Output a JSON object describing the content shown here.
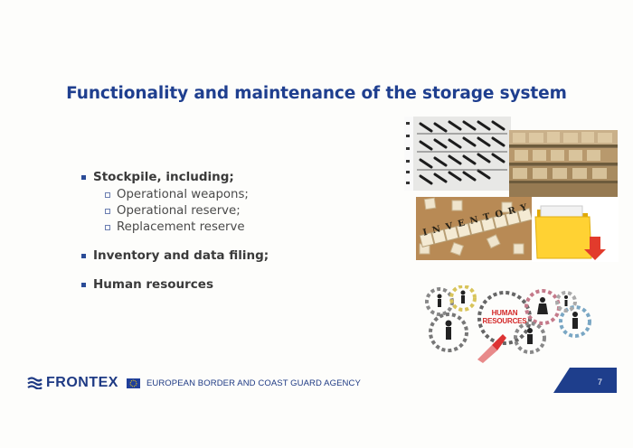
{
  "slide": {
    "title": "Functionality and maintenance of the storage system",
    "bullets": [
      {
        "label": "Stockpile, including;",
        "subitems": [
          "Operational weapons;",
          "Operational reserve;",
          "Replacement reserve"
        ]
      },
      {
        "label": "Inventory and data filing;"
      },
      {
        "label": "Human resources"
      }
    ],
    "images": {
      "inventory_tiles": "INVENTORY",
      "human_resources_line1": "HUMAN",
      "human_resources_line2": "RESOURCES"
    }
  },
  "footer": {
    "brand": "FRONTEX",
    "agency": "EUROPEAN BORDER AND COAST GUARD AGENCY",
    "page_number": "7",
    "brand_color": "#1e3a84"
  }
}
